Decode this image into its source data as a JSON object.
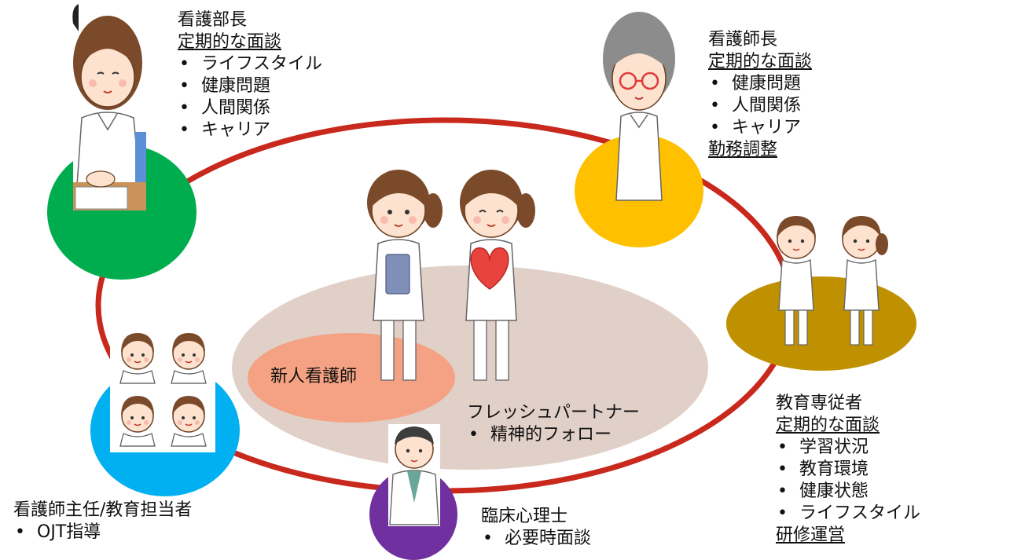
{
  "colors": {
    "ring": "#c8291c",
    "manager": "#00ad4e",
    "head_nurse": "#ffc000",
    "educator": "#bf9000",
    "chief_nurse": "#00b0f0",
    "psychologist": "#7030a0",
    "partner_zone": "#e0d0c8",
    "new_nurse_zone": "#f4a283",
    "hair": "#7a4a2a",
    "skin": "#fde3cf",
    "uniform": "#ffffff",
    "heart": "#e8433d"
  },
  "nursing_director": {
    "title": "看護部長",
    "subtitle": "定期的な面談",
    "items": [
      "ライフスタイル",
      "健康問題",
      "人間関係",
      "キャリア"
    ]
  },
  "head_nurse": {
    "title": "看護師長",
    "subtitle": "定期的な面談",
    "items": [
      "健康問題",
      "人間関係",
      "キャリア"
    ],
    "extra": "勤務調整"
  },
  "educator": {
    "title": "教育専従者",
    "subtitle": "定期的な面談",
    "items": [
      "学習状況",
      "教育環境",
      "健康状態",
      "ライフスタイル"
    ],
    "extra": "研修運営"
  },
  "chief_nurse": {
    "title": "看護師主任/教育担当者",
    "items": [
      "OJT指導"
    ]
  },
  "psychologist": {
    "title": "臨床心理士",
    "items": [
      "必要時面談"
    ]
  },
  "center": {
    "new_nurse": "新人看護師",
    "partner_title": "フレッシュパートナー",
    "partner_items": [
      "精神的フォロー"
    ]
  },
  "icons": {
    "director": "nurse-director-illustration",
    "head_nurse": "head-nurse-glasses-illustration",
    "educators": "two-nurses-illustration",
    "chiefs": "four-nurse-faces-illustration",
    "psychologist": "psychologist-illustration",
    "new_nurses": "new-nurses-with-heart-illustration"
  }
}
